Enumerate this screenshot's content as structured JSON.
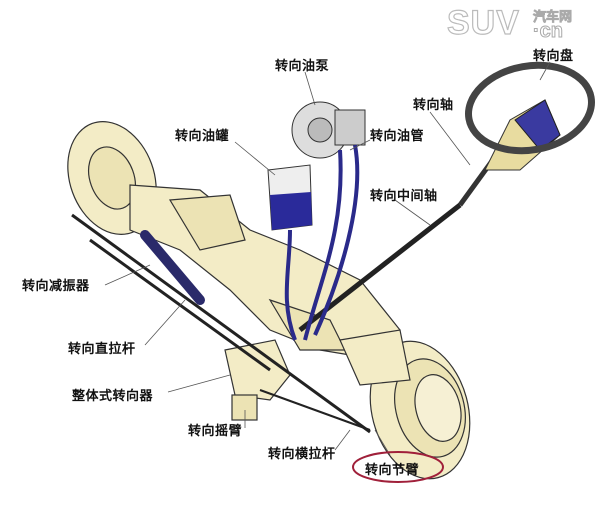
{
  "watermark": {
    "brand": "SUV",
    "cn_text": "汽车网",
    "domain": "·cn"
  },
  "labels": {
    "pump": "转向油泵",
    "wheel": "转向盘",
    "shaft": "转向轴",
    "reservoir": "转向油罐",
    "oil_pipe": "转向油管",
    "intermediate_shaft": "转向中间轴",
    "damper": "转向减振器",
    "drag_link": "转向直拉杆",
    "gear": "整体式转向器",
    "pitman_arm": "转向摇臂",
    "tie_rod": "转向横拉杆",
    "knuckle_arm": "转向节臂"
  },
  "colors": {
    "housing": "#f3ecc6",
    "hydraulic": "#2a2a8a",
    "highlight_ring": "#a0203a"
  }
}
